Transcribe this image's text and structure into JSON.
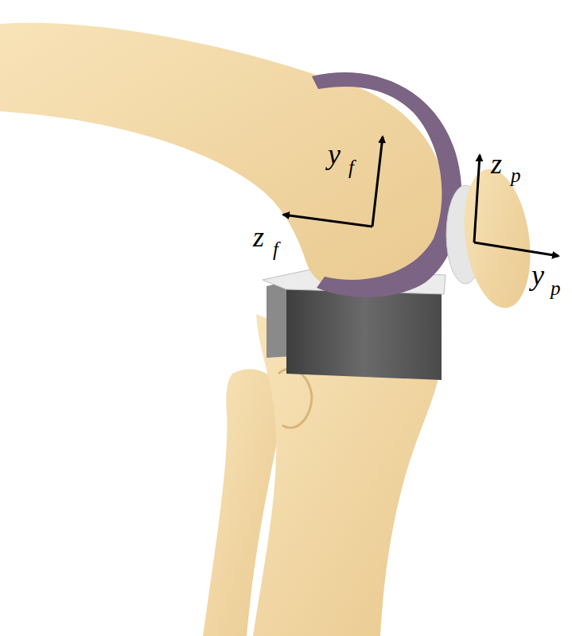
{
  "diagram": {
    "labels": [
      "y",
      "f",
      "z",
      "f",
      "z",
      "p",
      "y",
      "p"
    ]
  }
}
